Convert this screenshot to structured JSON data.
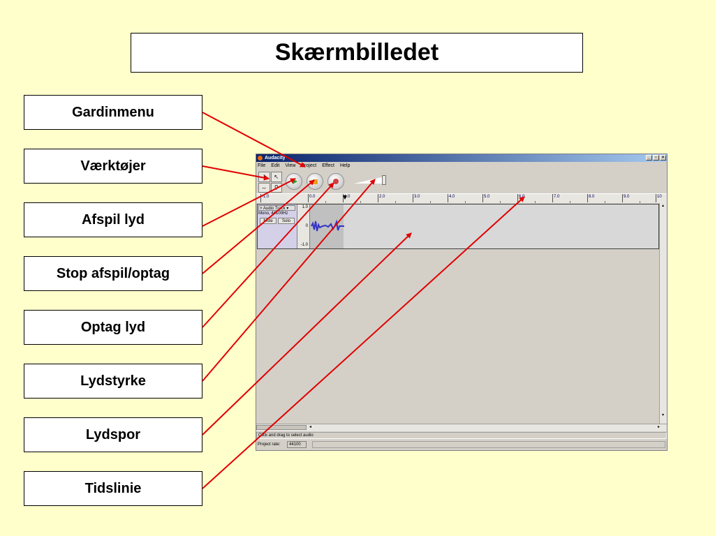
{
  "slide": {
    "title": "Skærmbilledet",
    "labels": [
      "Gardinmenu",
      "Værktøjer",
      "Afspil lyd",
      "Stop afspil/optag",
      "Optag lyd",
      "Lydstyrke",
      "Lydspor",
      "Tidslinie"
    ],
    "arrow_color": "#e00000"
  },
  "app": {
    "window_title": "Audacity",
    "window_buttons": [
      "_",
      "▫",
      "×"
    ],
    "menus": [
      "File",
      "Edit",
      "View",
      "Project",
      "Effect",
      "Help"
    ],
    "ruler_labels": [
      "-1.0",
      "0.0",
      "1.0",
      "2.0",
      "3.0",
      "4.0",
      "5.0",
      "6.0",
      "7.0",
      "8.0",
      "9.0",
      "10"
    ],
    "track": {
      "name": "Audio Track",
      "info": "Mono, 44100Hz",
      "mute_label": "Mute",
      "solo_label": "Solo",
      "scale_top": "1.0",
      "scale_mid": "0",
      "scale_bottom": "-1.0"
    },
    "status_text": "Click and drag to select audio",
    "project_rate_label": "Project rate:",
    "project_rate_value": "44100"
  }
}
